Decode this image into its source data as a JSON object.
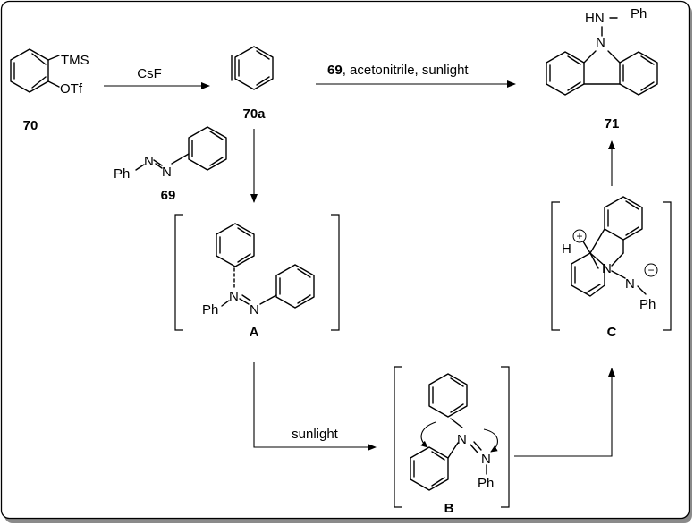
{
  "labels": {
    "tms": "TMS",
    "otf": "OTf",
    "ph": "Ph",
    "n": "N",
    "hn_ph": "HN",
    "h": "H",
    "plus": "+",
    "minus": "−"
  },
  "compounds": {
    "c70": "70",
    "c70a": "70a",
    "c69": "69",
    "c71": "71",
    "iA": "A",
    "iB": "B",
    "iC": "C"
  },
  "reagents": {
    "step1": "CsF",
    "step_top_bold": "69",
    "step_top_rest": ", acetonitrile, sunlight",
    "step_photo": "sunlight"
  }
}
